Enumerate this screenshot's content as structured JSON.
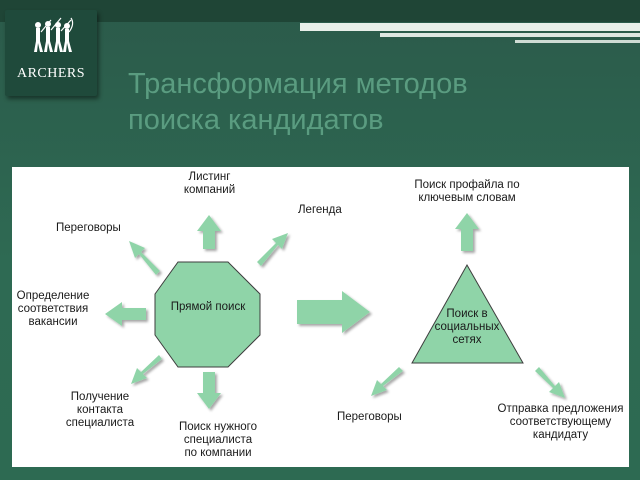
{
  "logo": {
    "text": "ARCHERS"
  },
  "title": {
    "line1": "Трансформация методов",
    "line2": "поиска кандидатов"
  },
  "diagram": {
    "left": {
      "center": "Прямой поиск",
      "listing": [
        "Листинг",
        "компаний"
      ],
      "legend": "Легенда",
      "negotiations": "Переговоры",
      "definition": [
        "Определение",
        "соответствия",
        "вакансии"
      ],
      "contact": [
        "Получение",
        "контакта",
        "специалиста"
      ],
      "search_company": [
        "Поиск нужного",
        "специалиста",
        "по компании"
      ]
    },
    "right": {
      "center": [
        "Поиск в",
        "социальных",
        "сетях"
      ],
      "profile_search": [
        "Поиск профайла по",
        "ключевым словам"
      ],
      "negotiations": "Переговоры",
      "offer": [
        "Отправка предложения",
        "соответствующему",
        "кандидату"
      ]
    }
  },
  "colors": {
    "background": "#2e6a53",
    "shape_fill": "#8fd4a8",
    "arrow_fill": "#8fd4a8",
    "title": "#5a9c80"
  }
}
